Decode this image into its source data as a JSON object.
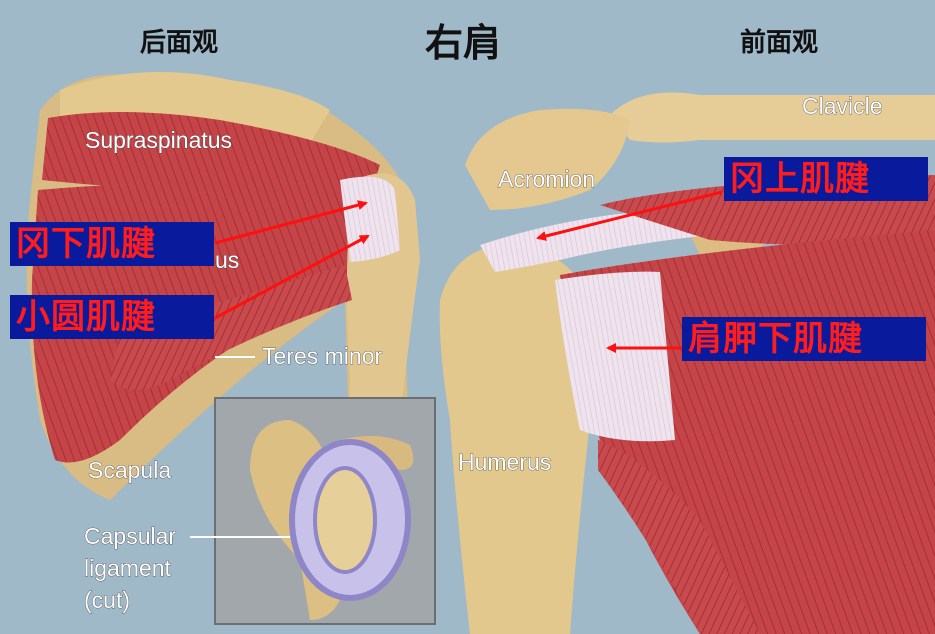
{
  "titles": {
    "posterior_view": "后面观",
    "main": "右肩",
    "anterior_view": "前面观"
  },
  "anatomy_labels": {
    "supraspinatus": "Supraspinatus",
    "infraspinatus_partial": "us",
    "teres_minor": "Teres minor",
    "scapula": "Scapula",
    "capsular_1": "Capsular",
    "capsular_2": "ligament",
    "capsular_3": "(cut)",
    "acromion": "Acromion",
    "clavicle": "Clavicle",
    "humerus": "Humerus"
  },
  "callouts": {
    "infraspinatus_tendon": "冈下肌腱",
    "teres_minor_tendon": "小圆肌腱",
    "supraspinatus_tendon": "冈上肌腱",
    "subscapularis_tendon": "肩胛下肌腱"
  },
  "colors": {
    "background": "#9fb9c9",
    "callout_box": "#0a1a9c",
    "callout_text": "#ff1c1c",
    "arrow": "#ff1010",
    "muscle": "#c4474a",
    "bone": "#e2c690",
    "tendon": "#eee6ee"
  }
}
